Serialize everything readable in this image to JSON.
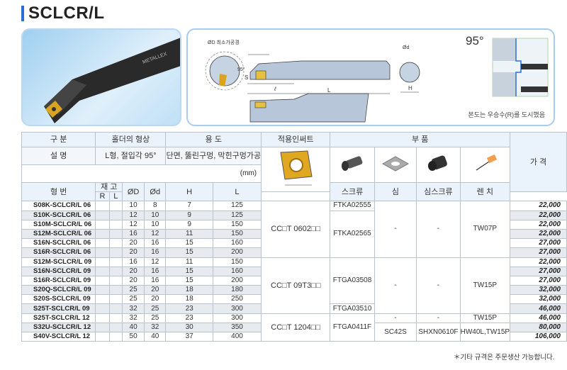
{
  "title": "SCLCR/L",
  "photo": {
    "brand": "METALLEX"
  },
  "diagram": {
    "min_bore_label": "ØD 최소가공경",
    "angle_label": "95°",
    "s_label": "S",
    "l_small_label": "ℓ",
    "l_label": "L",
    "d_label": "Ød",
    "h_label": "H",
    "big_angle": "95°",
    "note": "본도는 우승수(R)를 도시했음"
  },
  "header": {
    "category": "구 분",
    "holder_shape": "홀더의 형상",
    "usage": "용 도",
    "insert": "적용인써트",
    "parts": "부 품",
    "price": "가 격",
    "desc_label": "설 명",
    "desc_shape": "L형, 절입각 95°",
    "desc_usage": "단면, 뚫린구멍, 막힌구멍가공",
    "unit": "(mm)",
    "model": "형 번",
    "stock": "재 고",
    "stock_r": "R",
    "stock_l": "L",
    "col_D": "ØD",
    "col_d": "Ød",
    "col_H": "H",
    "col_L": "L",
    "screw": "스크류",
    "shim": "심",
    "shim_screw": "심스크류",
    "wrench": "렌 치"
  },
  "rows": [
    {
      "model": "S08K-SCLCR/L 06",
      "D": "10",
      "d": "8",
      "H": "7",
      "L": "125",
      "price": "22,000"
    },
    {
      "model": "S10K-SCLCR/L 06",
      "D": "12",
      "d": "10",
      "H": "9",
      "L": "125",
      "price": "22,000"
    },
    {
      "model": "S10M-SCLCR/L 06",
      "D": "12",
      "d": "10",
      "H": "9",
      "L": "150",
      "price": "22,000"
    },
    {
      "model": "S12M-SCLCR/L 06",
      "D": "16",
      "d": "12",
      "H": "11",
      "L": "150",
      "price": "22,000"
    },
    {
      "model": "S16N-SCLCR/L 06",
      "D": "20",
      "d": "16",
      "H": "15",
      "L": "160",
      "price": "27,000"
    },
    {
      "model": "S16R-SCLCR/L 06",
      "D": "20",
      "d": "16",
      "H": "15",
      "L": "200",
      "price": "27,000"
    },
    {
      "model": "S12M-SCLCR/L 09",
      "D": "16",
      "d": "12",
      "H": "11",
      "L": "150",
      "price": "22,000"
    },
    {
      "model": "S16N-SCLCR/L 09",
      "D": "20",
      "d": "16",
      "H": "15",
      "L": "160",
      "price": "27,000"
    },
    {
      "model": "S16R-SCLCR/L 09",
      "D": "20",
      "d": "16",
      "H": "15",
      "L": "200",
      "price": "27,000"
    },
    {
      "model": "S20Q-SCLCR/L 09",
      "D": "25",
      "d": "20",
      "H": "18",
      "L": "180",
      "price": "32,000"
    },
    {
      "model": "S20S-SCLCR/L 09",
      "D": "25",
      "d": "20",
      "H": "18",
      "L": "250",
      "price": "32,000"
    },
    {
      "model": "S25T-SCLCR/L 09",
      "D": "32",
      "d": "25",
      "H": "23",
      "L": "300",
      "price": "46,000"
    },
    {
      "model": "S25T-SCLCR/L 12",
      "D": "32",
      "d": "25",
      "H": "23",
      "L": "300",
      "price": "46,000"
    },
    {
      "model": "S32U-SCLCR/L 12",
      "D": "40",
      "d": "32",
      "H": "30",
      "L": "350",
      "price": "80,000"
    },
    {
      "model": "S40V-SCLCR/L 12",
      "D": "50",
      "d": "40",
      "H": "37",
      "L": "400",
      "price": "106,000"
    }
  ],
  "groups": {
    "insert": [
      {
        "start": 0,
        "span": 6,
        "value": "CC□T 0602□□"
      },
      {
        "start": 6,
        "span": 6,
        "value": "CC□T 09T3□□"
      },
      {
        "start": 12,
        "span": 3,
        "value": "CC□T 1204□□"
      }
    ],
    "screw": [
      {
        "start": 0,
        "span": 1,
        "value": "FTKA02555"
      },
      {
        "start": 1,
        "span": 5,
        "value": "FTKA02565"
      },
      {
        "start": 6,
        "span": 5,
        "value": "FTGA03508"
      },
      {
        "start": 11,
        "span": 1,
        "value": "FTGA03510"
      },
      {
        "start": 12,
        "span": 3,
        "value": "FTGA0411F"
      }
    ],
    "shim": [
      {
        "start": 0,
        "span": 6,
        "value": "-"
      },
      {
        "start": 6,
        "span": 6,
        "value": "-"
      },
      {
        "start": 12,
        "span": 1,
        "value": "-"
      },
      {
        "start": 13,
        "span": 2,
        "value": "SC42S"
      }
    ],
    "shim_screw": [
      {
        "start": 0,
        "span": 6,
        "value": "-"
      },
      {
        "start": 6,
        "span": 6,
        "value": "-"
      },
      {
        "start": 12,
        "span": 1,
        "value": "-"
      },
      {
        "start": 13,
        "span": 2,
        "value": "SHXN0610F"
      }
    ],
    "wrench": [
      {
        "start": 0,
        "span": 6,
        "value": "TW07P"
      },
      {
        "start": 6,
        "span": 6,
        "value": "TW15P"
      },
      {
        "start": 12,
        "span": 1,
        "value": "TW15P"
      },
      {
        "start": 13,
        "span": 2,
        "value": "HW40L,TW15P"
      }
    ]
  },
  "footnote": "＊기타 규격은 주문생산 가능합니다."
}
